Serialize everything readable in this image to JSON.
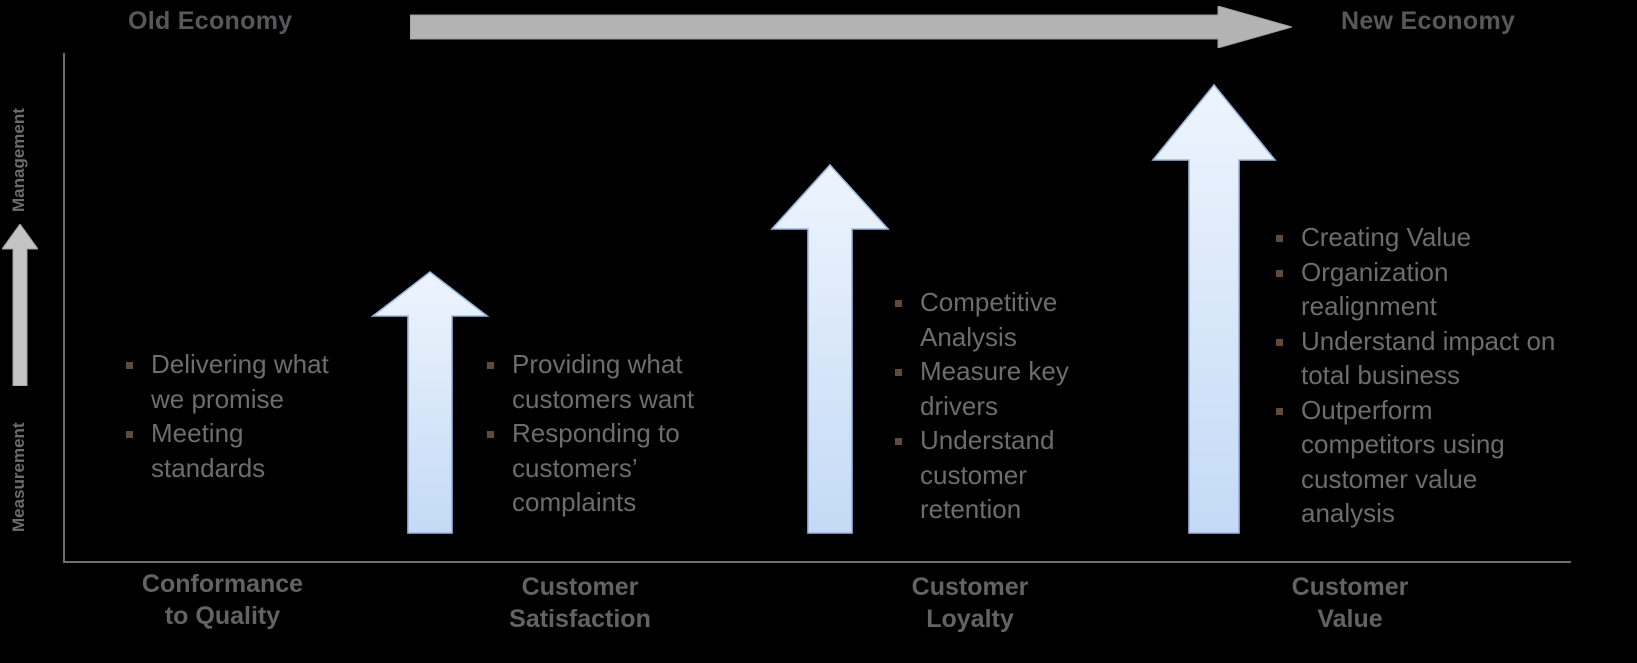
{
  "header": {
    "old_economy": "Old Economy",
    "new_economy": "New Economy",
    "transition_arrow_icon": "right-arrow-icon"
  },
  "axis": {
    "top_label": "Management",
    "bottom_label": "Measurement",
    "arrow_icon": "up-arrow-icon"
  },
  "colors": {
    "background": "#000000",
    "body_text": "#6d6d6d",
    "header_text": "#58585b",
    "category_text": "#636364",
    "bullet_marker": "#5e4b3c",
    "axis_line": "#6f6f6f",
    "grey_arrow_fill": "#bfbfbf",
    "grey_arrow_stroke": "#9a9a9a",
    "blue_arrow_top": "#eef4fd",
    "blue_arrow_bottom": "#c3daf6",
    "blue_arrow_stroke": "#9bb7dd"
  },
  "stages": [
    {
      "id": "conformance-to-quality",
      "category_label": "Conformance\nto Quality",
      "arrow_icon": "up-arrow-icon",
      "bullets": [
        "Delivering what we promise",
        "Meeting standards"
      ]
    },
    {
      "id": "customer-satisfaction",
      "category_label": "Customer\nSatisfaction",
      "arrow_icon": "up-arrow-icon",
      "bullets": [
        "Providing what customers want",
        "Responding to customers’ complaints"
      ]
    },
    {
      "id": "customer-loyalty",
      "category_label": "Customer\nLoyalty",
      "arrow_icon": "up-arrow-icon",
      "bullets": [
        "Competitive Analysis",
        "Measure key drivers",
        "Understand customer retention"
      ]
    },
    {
      "id": "customer-value",
      "category_label": "Customer\nValue",
      "arrow_icon": "up-arrow-icon",
      "bullets": [
        "Creating Value",
        "Organization realignment",
        "Understand impact on total business",
        "Outperform competitors using customer value analysis"
      ]
    }
  ]
}
